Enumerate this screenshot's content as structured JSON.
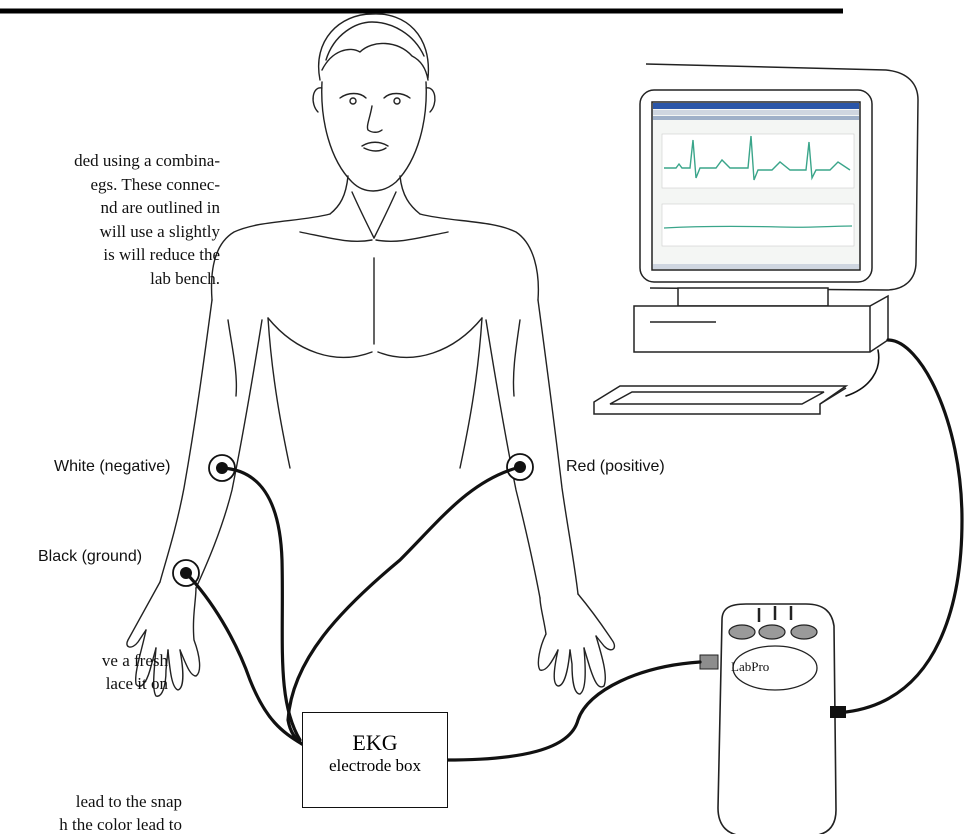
{
  "paragraph": {
    "lines": [
      "ded using a combina-",
      "egs.  These connec-",
      "nd are outlined in",
      " will use a slightly",
      "is will reduce the",
      "lab bench."
    ]
  },
  "lower_paragraph": {
    "lines": [
      "ve a fresh",
      "lace it on"
    ]
  },
  "bottom_paragraph": {
    "lines": [
      "lead to the snap",
      "h the color lead to"
    ]
  },
  "labels": {
    "white": "White (negative)",
    "red": "Red (positive)",
    "black": "Black (ground)"
  },
  "ekg_box": {
    "title": "EKG",
    "subtitle": "electrode box"
  },
  "labpro": {
    "label": "LabPro"
  },
  "colors": {
    "trace": "#3aa58a",
    "line": "#111111"
  }
}
